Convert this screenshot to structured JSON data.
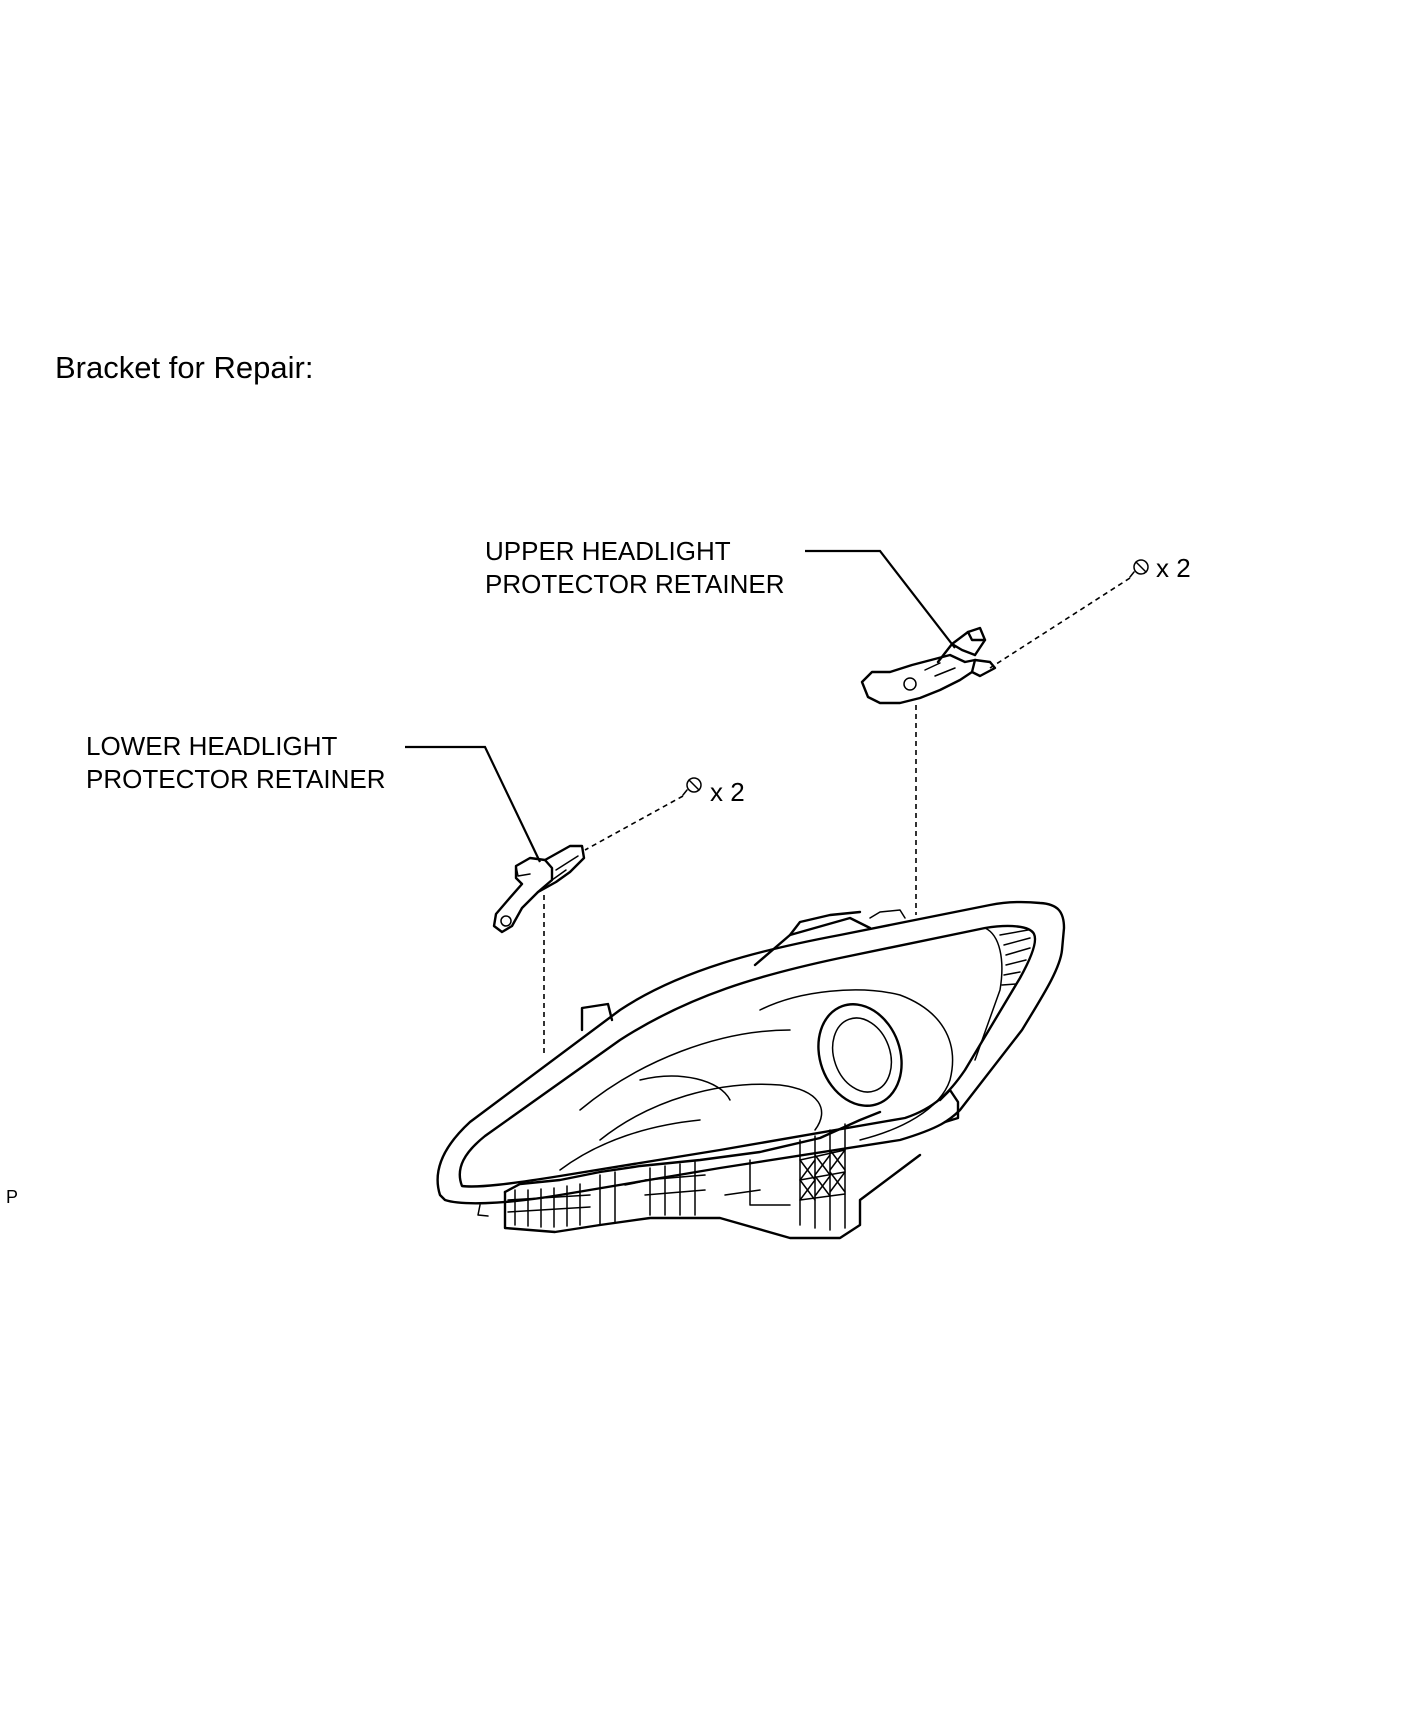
{
  "title": "Bracket for Repair:",
  "labels": {
    "upper_line1": "UPPER HEADLIGHT",
    "upper_line2": "PROTECTOR RETAINER",
    "lower_line1": "LOWER HEADLIGHT",
    "lower_line2": "PROTECTOR RETAINER",
    "upper_screw_qty": "x 2",
    "lower_screw_qty": "x 2"
  },
  "corner_mark": "P"
}
